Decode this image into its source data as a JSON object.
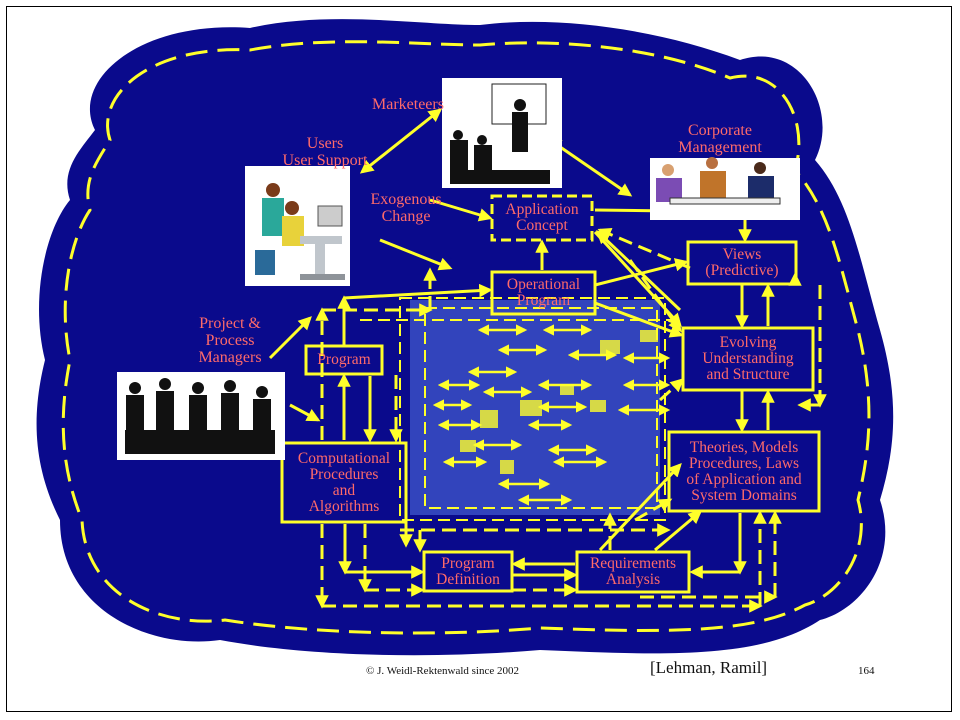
{
  "colors": {
    "background": "#0a0a8c",
    "line": "#ffff2a",
    "label": "#ff6a6a",
    "program_panel": "#3a4fc4"
  },
  "actors": {
    "marketeers": "Marketeers",
    "users": [
      "Users",
      "User Support"
    ],
    "corporate": [
      "Corporate",
      "Management"
    ],
    "exogenous": [
      "Exogenous",
      "Change"
    ],
    "managers": [
      "Project &",
      "Process",
      "Managers"
    ]
  },
  "boxes": {
    "application_concept": [
      "Application",
      "Concept"
    ],
    "operational_program": [
      "Operational",
      "Program"
    ],
    "views": [
      "Views",
      "(Predictive)"
    ],
    "program": [
      "Program"
    ],
    "evolving": [
      "Evolving",
      "Understanding",
      "and Structure"
    ],
    "computational": [
      "Computational",
      "Procedures",
      "and",
      "Algorithms"
    ],
    "theories": [
      "Theories, Models",
      "Procedures, Laws",
      "of Application and",
      "System Domains"
    ],
    "program_definition": [
      "Program",
      "Definition"
    ],
    "requirements": [
      "Requirements",
      "Analysis"
    ]
  },
  "footer": {
    "copyright": "© J. Weidl-Rektenwald since 2002",
    "citation": "[Lehman, Ramil]",
    "page_number": "164"
  }
}
